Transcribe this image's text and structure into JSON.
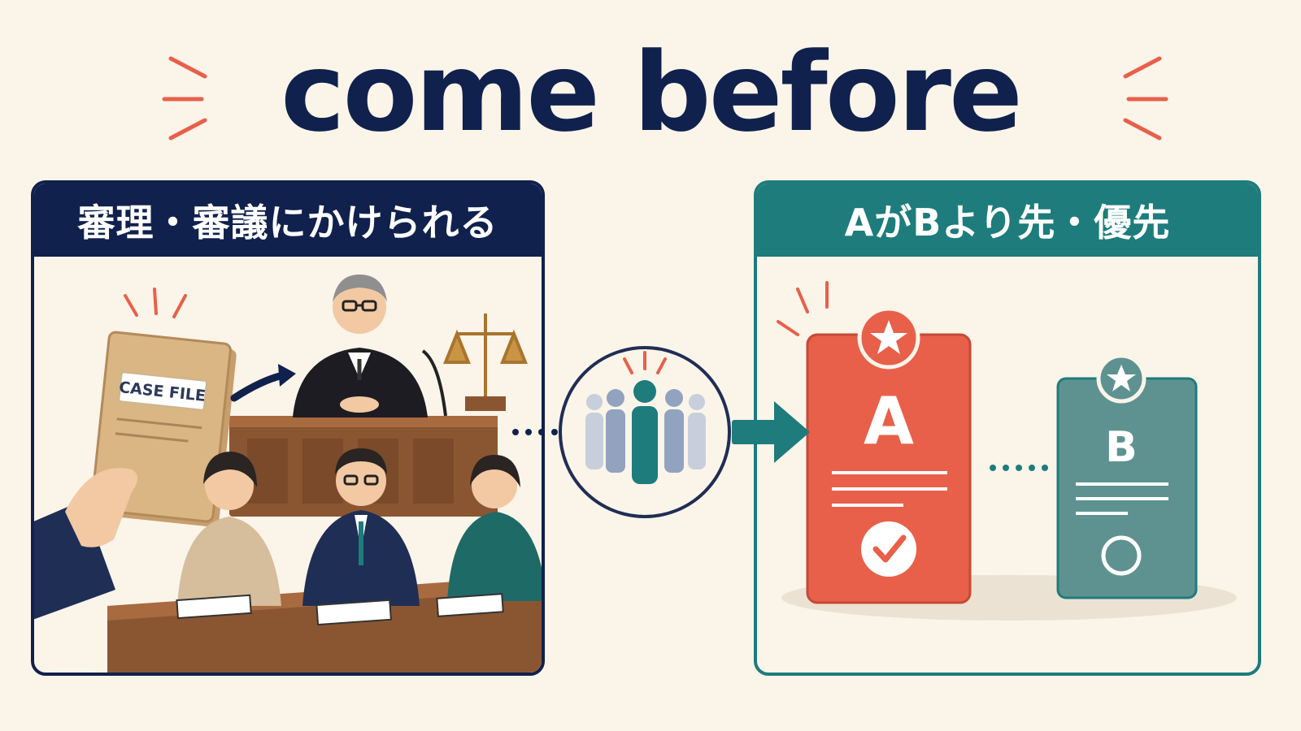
{
  "title": "come before",
  "left_panel": {
    "header": "審理・審議にかけられる",
    "case_file_label": "CASE FILE"
  },
  "right_panel": {
    "header": "AがBより先・優先",
    "card_a_letter": "A",
    "card_b_letter": "B"
  },
  "colors": {
    "navy": "#10214d",
    "teal": "#1e7c7c",
    "coral": "#e8604a",
    "background": "#fbf4e9"
  }
}
